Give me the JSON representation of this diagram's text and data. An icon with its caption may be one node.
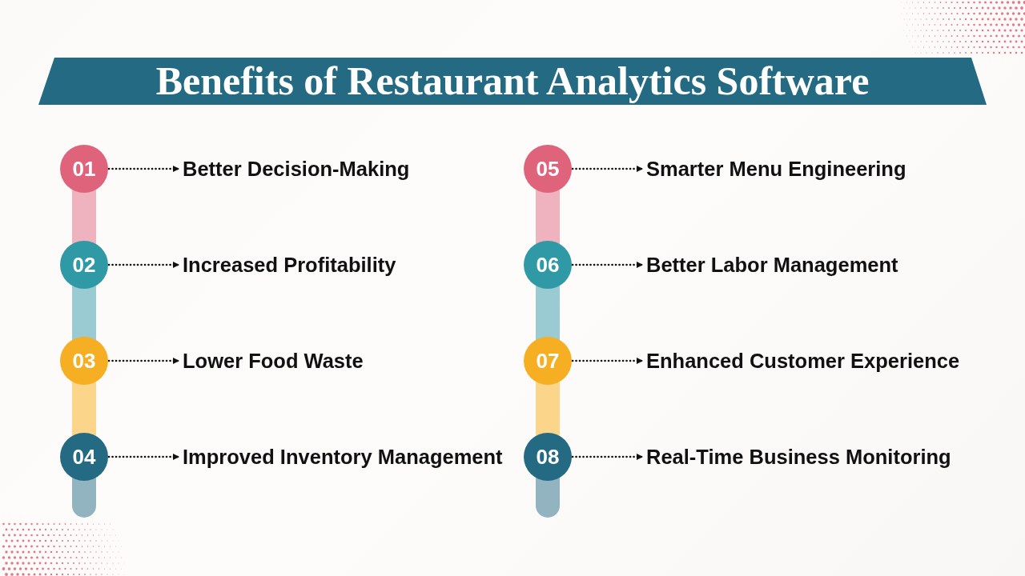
{
  "diagram": {
    "title": "Benefits of Restaurant Analytics Software",
    "nodes": [
      {
        "text": [
          "01"
        ]
      },
      {
        "text": [
          "Better Decision-Making"
        ]
      },
      {
        "text": [
          "02"
        ]
      },
      {
        "text": [
          "Increased Profitability"
        ]
      },
      {
        "text": [
          "03"
        ]
      },
      {
        "text": [
          "Lower Food Waste"
        ]
      },
      {
        "text": [
          "04"
        ]
      },
      {
        "text": [
          "Improved Inventory Management"
        ]
      },
      {
        "text": [
          "05"
        ]
      },
      {
        "text": [
          "Smarter Menu Engineering"
        ]
      },
      {
        "text": [
          "06"
        ]
      },
      {
        "text": [
          "Better Labor Management"
        ]
      },
      {
        "text": [
          "07"
        ]
      },
      {
        "text": [
          "Enhanced Customer Experience"
        ]
      },
      {
        "text": [
          "08"
        ]
      },
      {
        "text": [
          "Real-Time Business Monitoring"
        ]
      }
    ],
    "edges": [
      {
        "from": 0,
        "to": 1,
        "arrow": "to",
        "style": "dashed"
      },
      {
        "from": 2,
        "to": 3,
        "arrow": "to",
        "style": "dashed"
      },
      {
        "from": 4,
        "to": 5,
        "arrow": "to",
        "style": "dashed"
      },
      {
        "from": 6,
        "to": 7,
        "arrow": "to",
        "style": "dashed"
      },
      {
        "from": 8,
        "to": 9,
        "arrow": "to",
        "style": "dashed"
      },
      {
        "from": 10,
        "to": 11,
        "arrow": "to",
        "style": "dashed"
      },
      {
        "from": 12,
        "to": 13,
        "arrow": "to",
        "style": "dashed"
      },
      {
        "from": 14,
        "to": 15,
        "arrow": "to",
        "style": "dashed"
      }
    ]
  }
}
